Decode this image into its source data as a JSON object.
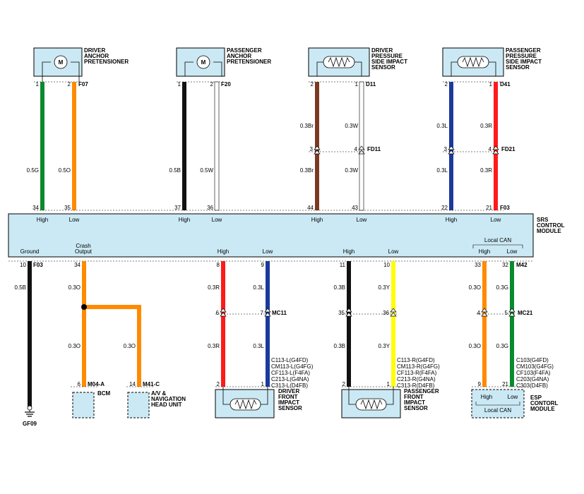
{
  "components": {
    "driver_anchor": "DRIVER ANCHOR PRETENSIONER",
    "passenger_anchor": "PASSENGER ANCHOR PRETENSIONER",
    "driver_side_sensor": "DRIVER PRESSURE SIDE IMPACT SENSOR",
    "passenger_side_sensor": "PASSENGER PRESSURE SIDE IMPACT SENSOR",
    "srs_module": "SRS CONTROL MODULE",
    "bcm": "BCM",
    "av_nav": "A/V & NAVIGATION HEAD UNIT",
    "driver_front_sensor": "DRIVER FRONT IMPACT SENSOR",
    "passenger_front_sensor": "PASSENGER FRONT IMPACT SENSOR",
    "esp_module": "ESP CONTORL MODULE",
    "ground": "GF09",
    "motor_symbol": "M"
  },
  "connectors": {
    "F07": "F07",
    "F20": "F20",
    "D11": "D11",
    "D41": "D41",
    "FD11": "FD11",
    "FD21": "FD21",
    "F03": "F03",
    "M42": "M42",
    "MC11": "MC11",
    "MC21": "MC21",
    "M04A": "M04-A",
    "M41C": "M41-C"
  },
  "pins": {
    "p1": "1",
    "p2": "2",
    "p3": "3",
    "p4": "4",
    "p5": "5",
    "p6": "6",
    "p7": "7",
    "p8": "8",
    "p9": "9",
    "p10": "10",
    "p11": "11",
    "p14": "14",
    "p21": "21",
    "p22": "22",
    "p32": "32",
    "p33": "33",
    "p34": "34",
    "p35": "35",
    "p36": "36",
    "p37": "37",
    "p43": "43",
    "p44": "44"
  },
  "wires": {
    "g05": "0.5G",
    "o05": "0.5O",
    "b05": "0.5B",
    "w05": "0.5W",
    "br03": "0.3Br",
    "w03": "0.3W",
    "l03": "0.3L",
    "r03": "0.3R",
    "o03": "0.3O",
    "b03": "0.3B",
    "y03": "0.3Y",
    "g03": "0.3G"
  },
  "terminals": {
    "high": "High",
    "low": "Low",
    "ground": "Ground",
    "crash_output": "Crash Output",
    "local_can": "Local CAN"
  },
  "harness_left": [
    "C113-L(G4FD)",
    "CM113-L(G4FG)",
    "CF113-L(F4FA)",
    "C213-L(G4NA)",
    "C313-L(D4FB)"
  ],
  "harness_right": [
    "C113-R(G4FD)",
    "CM113-R(G4FG)",
    "CF113-R(F4FA)",
    "C213-R(G4NA)",
    "C313-R(D4FB)"
  ],
  "harness_esp": [
    "C103(G4FD)",
    "CM103(G4FG)",
    "CF103(F4FA)",
    "C203(G4NA)",
    "C303(D4FB)"
  ],
  "colors": {
    "green": "#0a8a2e",
    "orange": "#ff8a00",
    "black": "#111111",
    "brown": "#7a3a22",
    "blue": "#1a3a9c",
    "red": "#ff1a1a",
    "yellow": "#ffff00",
    "component_fill": "#cbe9f4"
  }
}
